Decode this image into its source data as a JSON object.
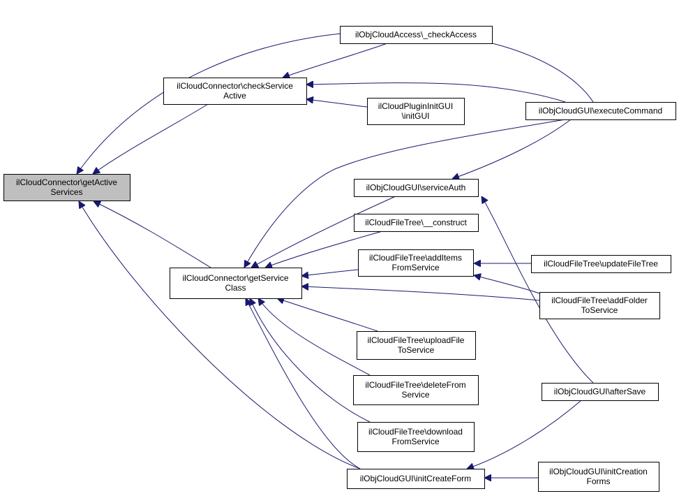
{
  "colors": {
    "edge": "#191970",
    "box_fill": "#ffffff",
    "box_stroke": "#000000",
    "highlight_fill": "#bfbfbf"
  },
  "nodes": {
    "getActiveServices": {
      "lines": [
        "ilCloudConnector\\getActive",
        "Services"
      ],
      "highlight": true
    },
    "checkServiceActive": {
      "lines": [
        "ilCloudConnector\\checkService",
        "Active"
      ]
    },
    "getServiceClass": {
      "lines": [
        "ilCloudConnector\\getService",
        "Class"
      ]
    },
    "checkAccess": {
      "lines": [
        "ilObjCloudAccess\\_checkAccess"
      ]
    },
    "pluginInitGUI": {
      "lines": [
        "ilCloudPluginInitGUI",
        "\\initGUI"
      ]
    },
    "executeCommand": {
      "lines": [
        "ilObjCloudGUI\\executeCommand"
      ]
    },
    "serviceAuth": {
      "lines": [
        "ilObjCloudGUI\\serviceAuth"
      ]
    },
    "construct": {
      "lines": [
        "ilCloudFileTree\\__construct"
      ]
    },
    "addItemsFromService": {
      "lines": [
        "ilCloudFileTree\\addItems",
        "FromService"
      ]
    },
    "updateFileTree": {
      "lines": [
        "ilCloudFileTree\\updateFileTree"
      ]
    },
    "addFolderToService": {
      "lines": [
        "ilCloudFileTree\\addFolder",
        "ToService"
      ]
    },
    "uploadFileToService": {
      "lines": [
        "ilCloudFileTree\\uploadFile",
        "ToService"
      ]
    },
    "deleteFromService": {
      "lines": [
        "ilCloudFileTree\\deleteFrom",
        "Service"
      ]
    },
    "downloadFromService": {
      "lines": [
        "ilCloudFileTree\\download",
        "FromService"
      ]
    },
    "afterSave": {
      "lines": [
        "ilObjCloudGUI\\afterSave"
      ]
    },
    "initCreateForm": {
      "lines": [
        "ilObjCloudGUI\\initCreateForm"
      ]
    },
    "initCreationForms": {
      "lines": [
        "ilObjCloudGUI\\initCreation",
        "Forms"
      ]
    }
  },
  "edges": [
    {
      "from": "checkServiceActive",
      "to": "getActiveServices"
    },
    {
      "from": "executeCommand",
      "to": "getActiveServices"
    },
    {
      "from": "getServiceClass",
      "to": "getActiveServices"
    },
    {
      "from": "initCreateForm",
      "to": "getActiveServices"
    },
    {
      "from": "checkAccess",
      "to": "checkServiceActive"
    },
    {
      "from": "executeCommand",
      "to": "checkServiceActive"
    },
    {
      "from": "pluginInitGUI",
      "to": "checkServiceActive"
    },
    {
      "from": "executeCommand",
      "to": "getServiceClass"
    },
    {
      "from": "serviceAuth",
      "to": "getServiceClass"
    },
    {
      "from": "construct",
      "to": "getServiceClass"
    },
    {
      "from": "addItemsFromService",
      "to": "getServiceClass"
    },
    {
      "from": "addFolderToService",
      "to": "getServiceClass"
    },
    {
      "from": "uploadFileToService",
      "to": "getServiceClass"
    },
    {
      "from": "deleteFromService",
      "to": "getServiceClass"
    },
    {
      "from": "downloadFromService",
      "to": "getServiceClass"
    },
    {
      "from": "initCreateForm",
      "to": "getServiceClass"
    },
    {
      "from": "executeCommand",
      "to": "serviceAuth"
    },
    {
      "from": "afterSave",
      "to": "serviceAuth"
    },
    {
      "from": "updateFileTree",
      "to": "addItemsFromService"
    },
    {
      "from": "addFolderToService",
      "to": "addItemsFromService"
    },
    {
      "from": "afterSave",
      "to": "initCreateForm"
    },
    {
      "from": "initCreationForms",
      "to": "initCreateForm"
    }
  ]
}
